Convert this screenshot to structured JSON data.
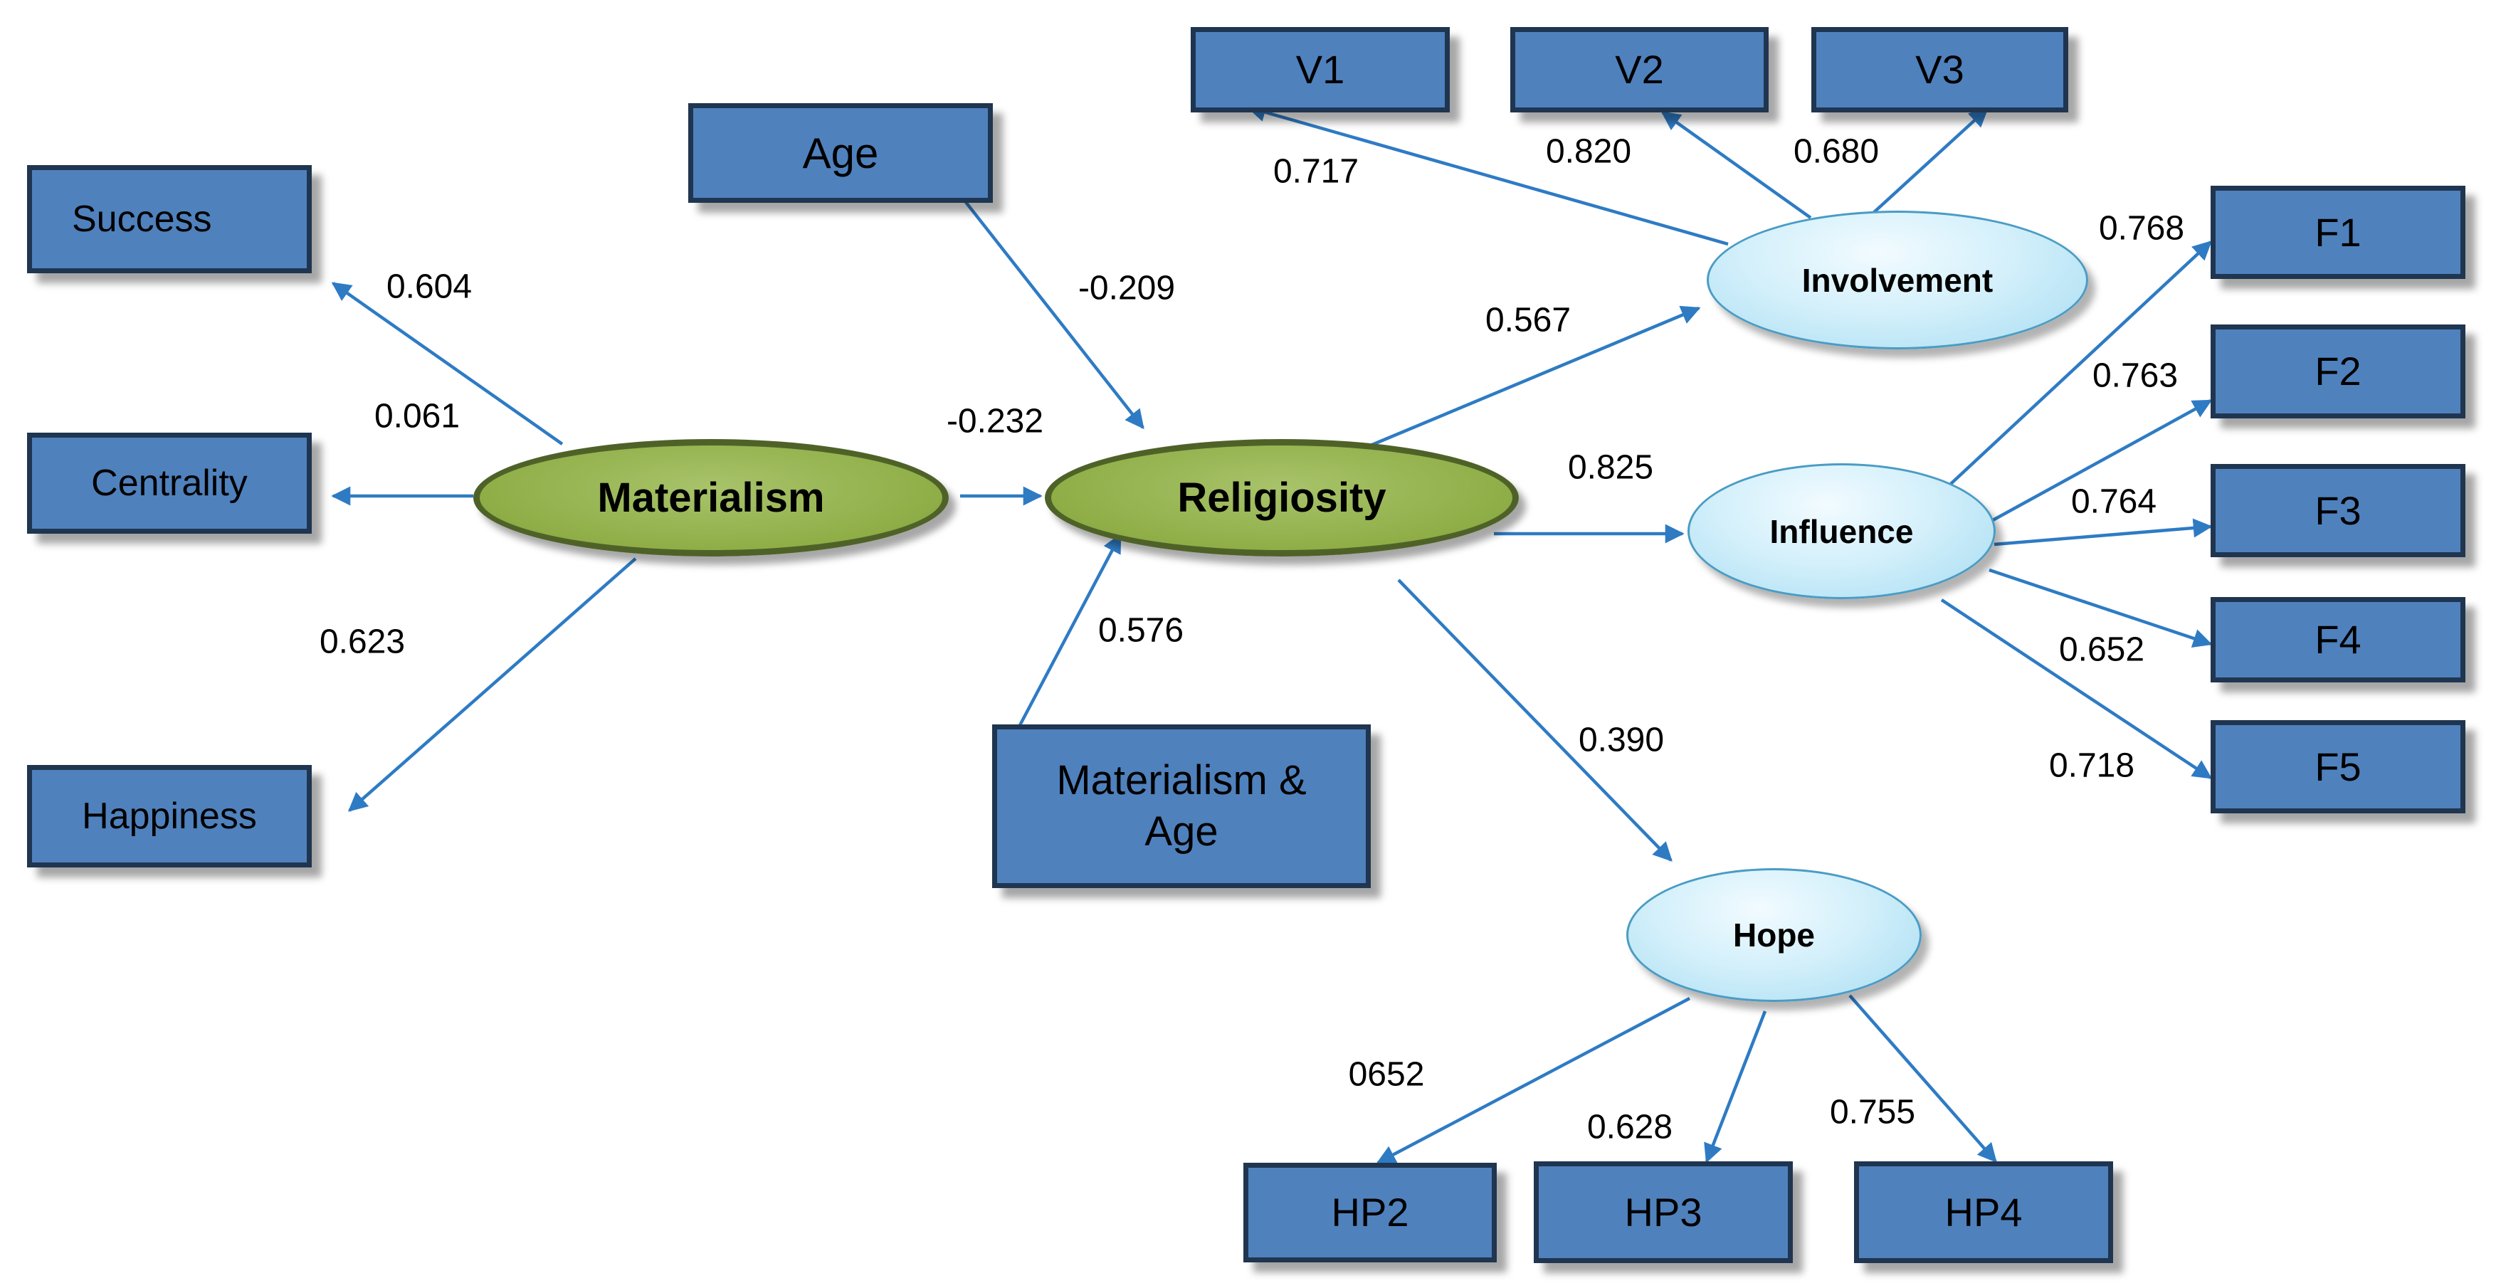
{
  "nodes": {
    "success": "Success",
    "centrality": "Centrality",
    "happiness": "Happiness",
    "materialism": "Materialism",
    "age": "Age",
    "religiosity": "Religiosity",
    "mat_age_line1": "Materialism &",
    "mat_age_line2": "Age",
    "v1": "V1",
    "v2": "V2",
    "v3": "V3",
    "involvement": "Involvement",
    "influence": "Influence",
    "hope": "Hope",
    "f1": "F1",
    "f2": "F2",
    "f3": "F3",
    "f4": "F4",
    "f5": "F5",
    "hp2": "HP2",
    "hp3": "HP3",
    "hp4": "HP4"
  },
  "edges": {
    "materialism_success": "0.604",
    "materialism_centrality": "0.061",
    "materialism_happiness": "0.623",
    "materialism_religiosity": "-0.232",
    "age_religiosity": "-0.209",
    "matage_religiosity": "0.576",
    "religiosity_involvement": "0.567",
    "religiosity_influence": "0.825",
    "religiosity_hope": "0.390",
    "involvement_v1": "0.717",
    "involvement_v2": "0.820",
    "involvement_v3": "0.680",
    "influence_f1": "0.768",
    "influence_f2": "0.763",
    "influence_f3": "0.764",
    "influence_f4": "0.652",
    "influence_f5": "0.718",
    "hope_hp2": "0652",
    "hope_hp3": "0.628",
    "hope_hp4": "0.755"
  },
  "colors": {
    "box_fill": "#4f81bd",
    "box_border": "#1f3550",
    "green_fill": "#8fae47",
    "green_border": "#4e6228",
    "blue_fill": "#d4f0fb",
    "arrow": "#2e7bc4"
  }
}
